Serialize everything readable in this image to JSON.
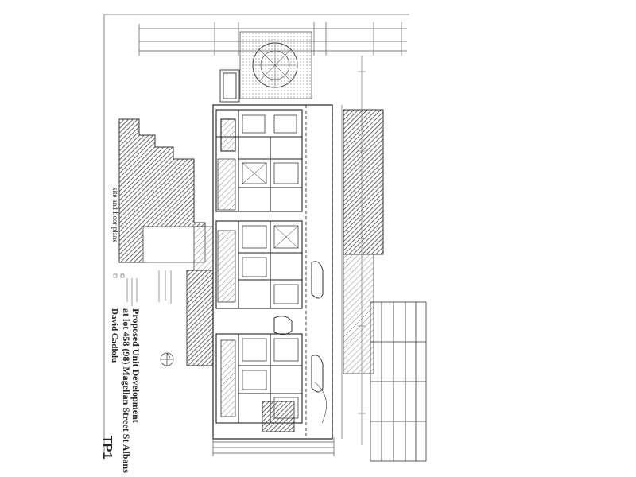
{
  "drawing": {
    "subtitle": "site and floor plans",
    "project_title": "Proposed Unit Development",
    "project_address": "at lot 458 (98) Magellan Street St Albans",
    "designer": "David Cadlolu",
    "sheet_id": "TP1"
  },
  "colors": {
    "ink": "#333333",
    "hatch": "#555555",
    "paper": "#ffffff"
  }
}
